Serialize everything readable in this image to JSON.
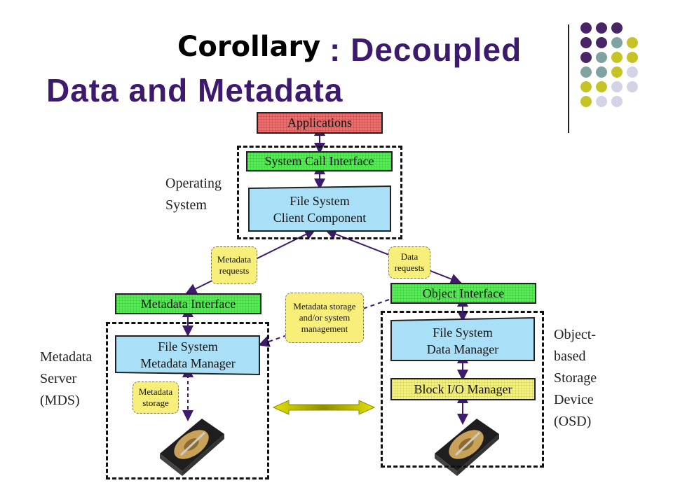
{
  "title": {
    "corollary": "Corollary",
    "line1": ": Decoupled",
    "line2": "Data and Metadata"
  },
  "diagram": {
    "applications": "Applications",
    "system_call_interface": "System Call Interface",
    "fs_client": "File System\nClient Component",
    "operating_system_label": "Operating\nSystem",
    "metadata_requests": "Metadata\nrequests",
    "data_requests": "Data\nrequests",
    "metadata_interface": "Metadata Interface",
    "object_interface": "Object Interface",
    "metadata_storage_mgmt": "Metadata storage\nand/or system\nmanagement",
    "fs_metadata_manager": "File System\nMetadata Manager",
    "fs_data_manager": "File System\nData Manager",
    "block_io_manager": "Block I/O Manager",
    "metadata_storage": "Metadata\nstorage",
    "mds_label": "Metadata\nServer\n(MDS)",
    "osd_label": "Object-\nbased\nStorage\nDevice\n(OSD)"
  },
  "colors": {
    "title": "#3d1a6e",
    "dots": [
      "#4a2566",
      "#7fa3a3",
      "#c6c424",
      "#d3d3e6"
    ]
  },
  "icons": [
    "hard-disk-icon",
    "dot-pattern-icon"
  ]
}
